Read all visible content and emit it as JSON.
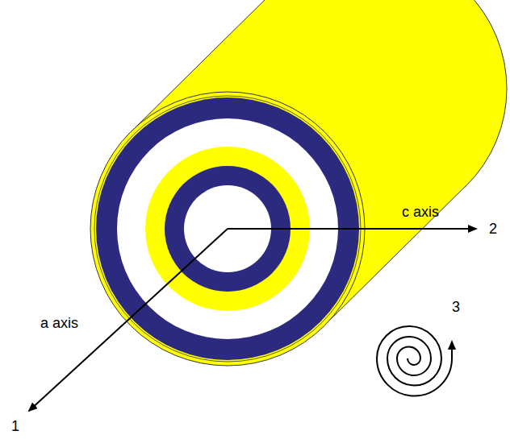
{
  "diagram": {
    "labels": [
      "a axis",
      "1",
      "c axis",
      "2",
      "3"
    ]
  }
}
